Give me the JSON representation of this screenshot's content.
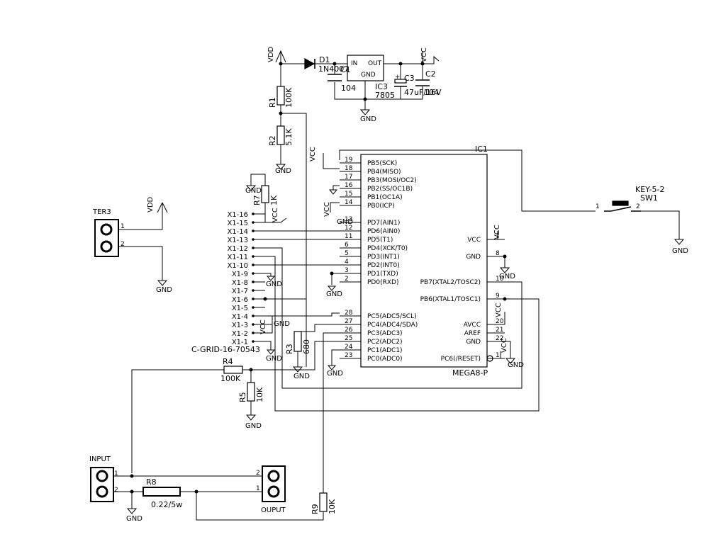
{
  "power": {
    "vdd": "VDD",
    "vcc": "VCC",
    "gnd": "GND"
  },
  "components": {
    "d1": {
      "ref": "D1",
      "value": "1N4007"
    },
    "ic3": {
      "ref": "IC3",
      "value": "7805",
      "pin_in": "IN",
      "pin_out": "OUT",
      "pin_gnd": "GND"
    },
    "c1": {
      "ref": "C1",
      "value": "104"
    },
    "c2": {
      "ref": "C2",
      "value": "104"
    },
    "c3": {
      "ref": "C3",
      "value": "47uF/16V",
      "plus": "+"
    },
    "r1": {
      "ref": "R1",
      "value": "100K"
    },
    "r2": {
      "ref": "R2",
      "value": "5.1K"
    },
    "r3": {
      "ref": "R3",
      "value": "680"
    },
    "r4": {
      "ref": "R4",
      "value": "100K"
    },
    "r5": {
      "ref": "R5",
      "value": "10K"
    },
    "r7": {
      "ref": "R7",
      "value": "1K"
    },
    "r8": {
      "ref": "R8",
      "value": "0.22/5w"
    },
    "r9": {
      "ref": "R9",
      "value": "10K"
    },
    "sw1": {
      "ref": "SW1",
      "value": "KEY-5-2",
      "pin1": "1",
      "pin2": "2"
    },
    "ter3": {
      "ref": "TER3",
      "pin1": "1",
      "pin2": "2"
    },
    "input": {
      "ref": "INPUT",
      "pin1": "1",
      "pin2": "2"
    },
    "output": {
      "ref": "OUPUT",
      "pin1": "2",
      "pin2": "1"
    },
    "x1": {
      "value": "C-GRID-16-70543",
      "pins": [
        "X1-16",
        "X1-15",
        "X1-14",
        "X1-13",
        "X1-12",
        "X1-11",
        "X1-10",
        "X1-9",
        "X1-8",
        "X1-7",
        "X1-6",
        "X1-5",
        "X1-4",
        "X1-3",
        "X1-2",
        "X1-1"
      ]
    },
    "ic1": {
      "ref": "IC1",
      "value": "MEGA8-P",
      "left_pins": [
        {
          "num": "19",
          "name": "PB5(SCK)"
        },
        {
          "num": "18",
          "name": "PB4(MISO)"
        },
        {
          "num": "17",
          "name": "PB3(MOSI/OC2)"
        },
        {
          "num": "16",
          "name": "PB2(SS/OC1B)"
        },
        {
          "num": "15",
          "name": "PB1(OC1A)"
        },
        {
          "num": "14",
          "name": "PB0(ICP)"
        },
        {
          "num": "13",
          "name": "PD7(AIN1)"
        },
        {
          "num": "12",
          "name": "PD6(AIN0)"
        },
        {
          "num": "11",
          "name": "PD5(T1)"
        },
        {
          "num": "6",
          "name": "PD4(XCK/T0)"
        },
        {
          "num": "5",
          "name": "PD3(INT1)"
        },
        {
          "num": "4",
          "name": "PD2(INT0)"
        },
        {
          "num": "3",
          "name": "PD1(TXD)"
        },
        {
          "num": "2",
          "name": "PD0(RXD)"
        },
        {
          "num": "28",
          "name": "PC5(ADC5/SCL)"
        },
        {
          "num": "27",
          "name": "PC4(ADC4/SDA)"
        },
        {
          "num": "26",
          "name": "PC3(ADC3)"
        },
        {
          "num": "25",
          "name": "PC2(ADC2)"
        },
        {
          "num": "24",
          "name": "PC1(ADC1)"
        },
        {
          "num": "23",
          "name": "PC0(ADC0)"
        }
      ],
      "right_pins": [
        {
          "num": "7",
          "name": "VCC"
        },
        {
          "num": "8",
          "name": "GND"
        },
        {
          "num": "10",
          "name": "PB7(XTAL2/TOSC2)"
        },
        {
          "num": "9",
          "name": "PB6(XTAL1/TOSC1)"
        },
        {
          "num": "20",
          "name": "AVCC"
        },
        {
          "num": "21",
          "name": "AREF"
        },
        {
          "num": "22",
          "name": "GND"
        },
        {
          "num": "1",
          "name": "PC6(/RESET)"
        }
      ]
    }
  }
}
